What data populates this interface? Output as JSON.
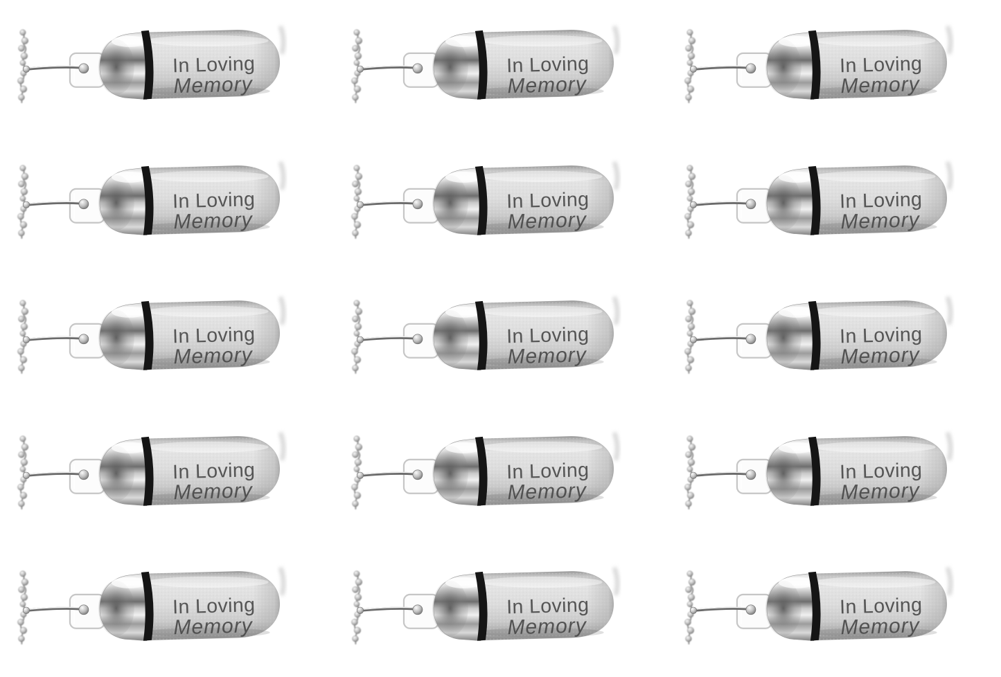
{
  "page": {
    "background_color": "#ffffff",
    "description": "Tiled product photo of a silver memorial keepsake capsule pendant on a ball chain"
  },
  "grid": {
    "rows": 5,
    "columns": 3,
    "tile_count": 15
  },
  "pendant": {
    "engraving_line1": "In Loving",
    "engraving_line2": "Memory",
    "colors": {
      "background": "#ffffff",
      "capsule_body_light": "#e2e2e2",
      "capsule_body_dark": "#8c8c8c",
      "chrome_highlight": "#fdfdfd",
      "chrome_dark": "#6e6e6e",
      "o_ring_black": "#151515",
      "chain_silver": "#a9a9a9",
      "engraving_text": "#474747"
    }
  }
}
